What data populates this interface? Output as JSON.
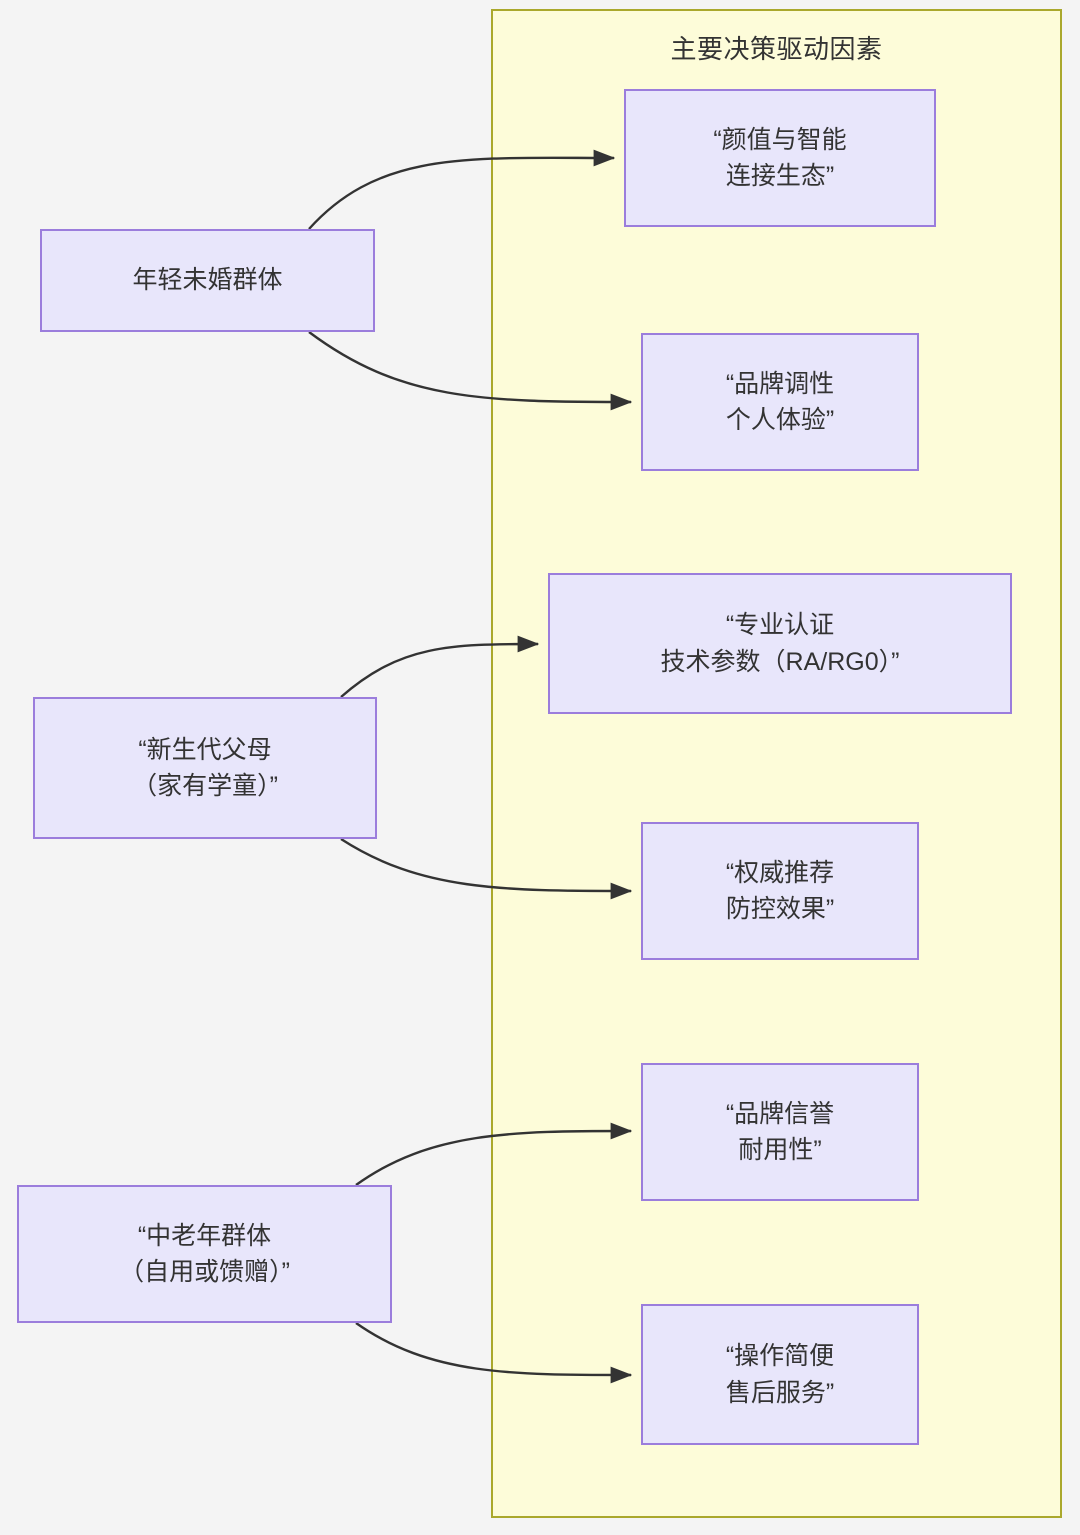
{
  "panel": {
    "title": "主要决策驱动因素",
    "border_color": "#aaa82c",
    "fill_color": "#fdfcd9"
  },
  "theme": {
    "page_background": "#f4f4f4",
    "node_fill": "#e8e6fb",
    "node_border": "#9b7ddc",
    "text_color": "#333333",
    "edge_color": "#333333"
  },
  "segments": [
    {
      "id": "young",
      "label": "年轻未婚群体"
    },
    {
      "id": "parents",
      "label": "“新生代父母\n（家有学童）”"
    },
    {
      "id": "senior",
      "label": "“中老年群体\n（自用或馈赠）”"
    }
  ],
  "drivers": [
    {
      "id": "driver-1",
      "label": "“颜值与智能\n连接生态”"
    },
    {
      "id": "driver-2",
      "label": "“品牌调性\n个人体验”"
    },
    {
      "id": "driver-3",
      "label": "“专业认证\n技术参数（RA/RG0）”"
    },
    {
      "id": "driver-4",
      "label": "“权威推荐\n防控效果”"
    },
    {
      "id": "driver-5",
      "label": "“品牌信誉\n耐用性”"
    },
    {
      "id": "driver-6",
      "label": "“操作简便\n售后服务”"
    }
  ],
  "edges": [
    {
      "from": "young",
      "to": "driver-1"
    },
    {
      "from": "young",
      "to": "driver-2"
    },
    {
      "from": "parents",
      "to": "driver-3"
    },
    {
      "from": "parents",
      "to": "driver-4"
    },
    {
      "from": "senior",
      "to": "driver-5"
    },
    {
      "from": "senior",
      "to": "driver-6"
    }
  ]
}
